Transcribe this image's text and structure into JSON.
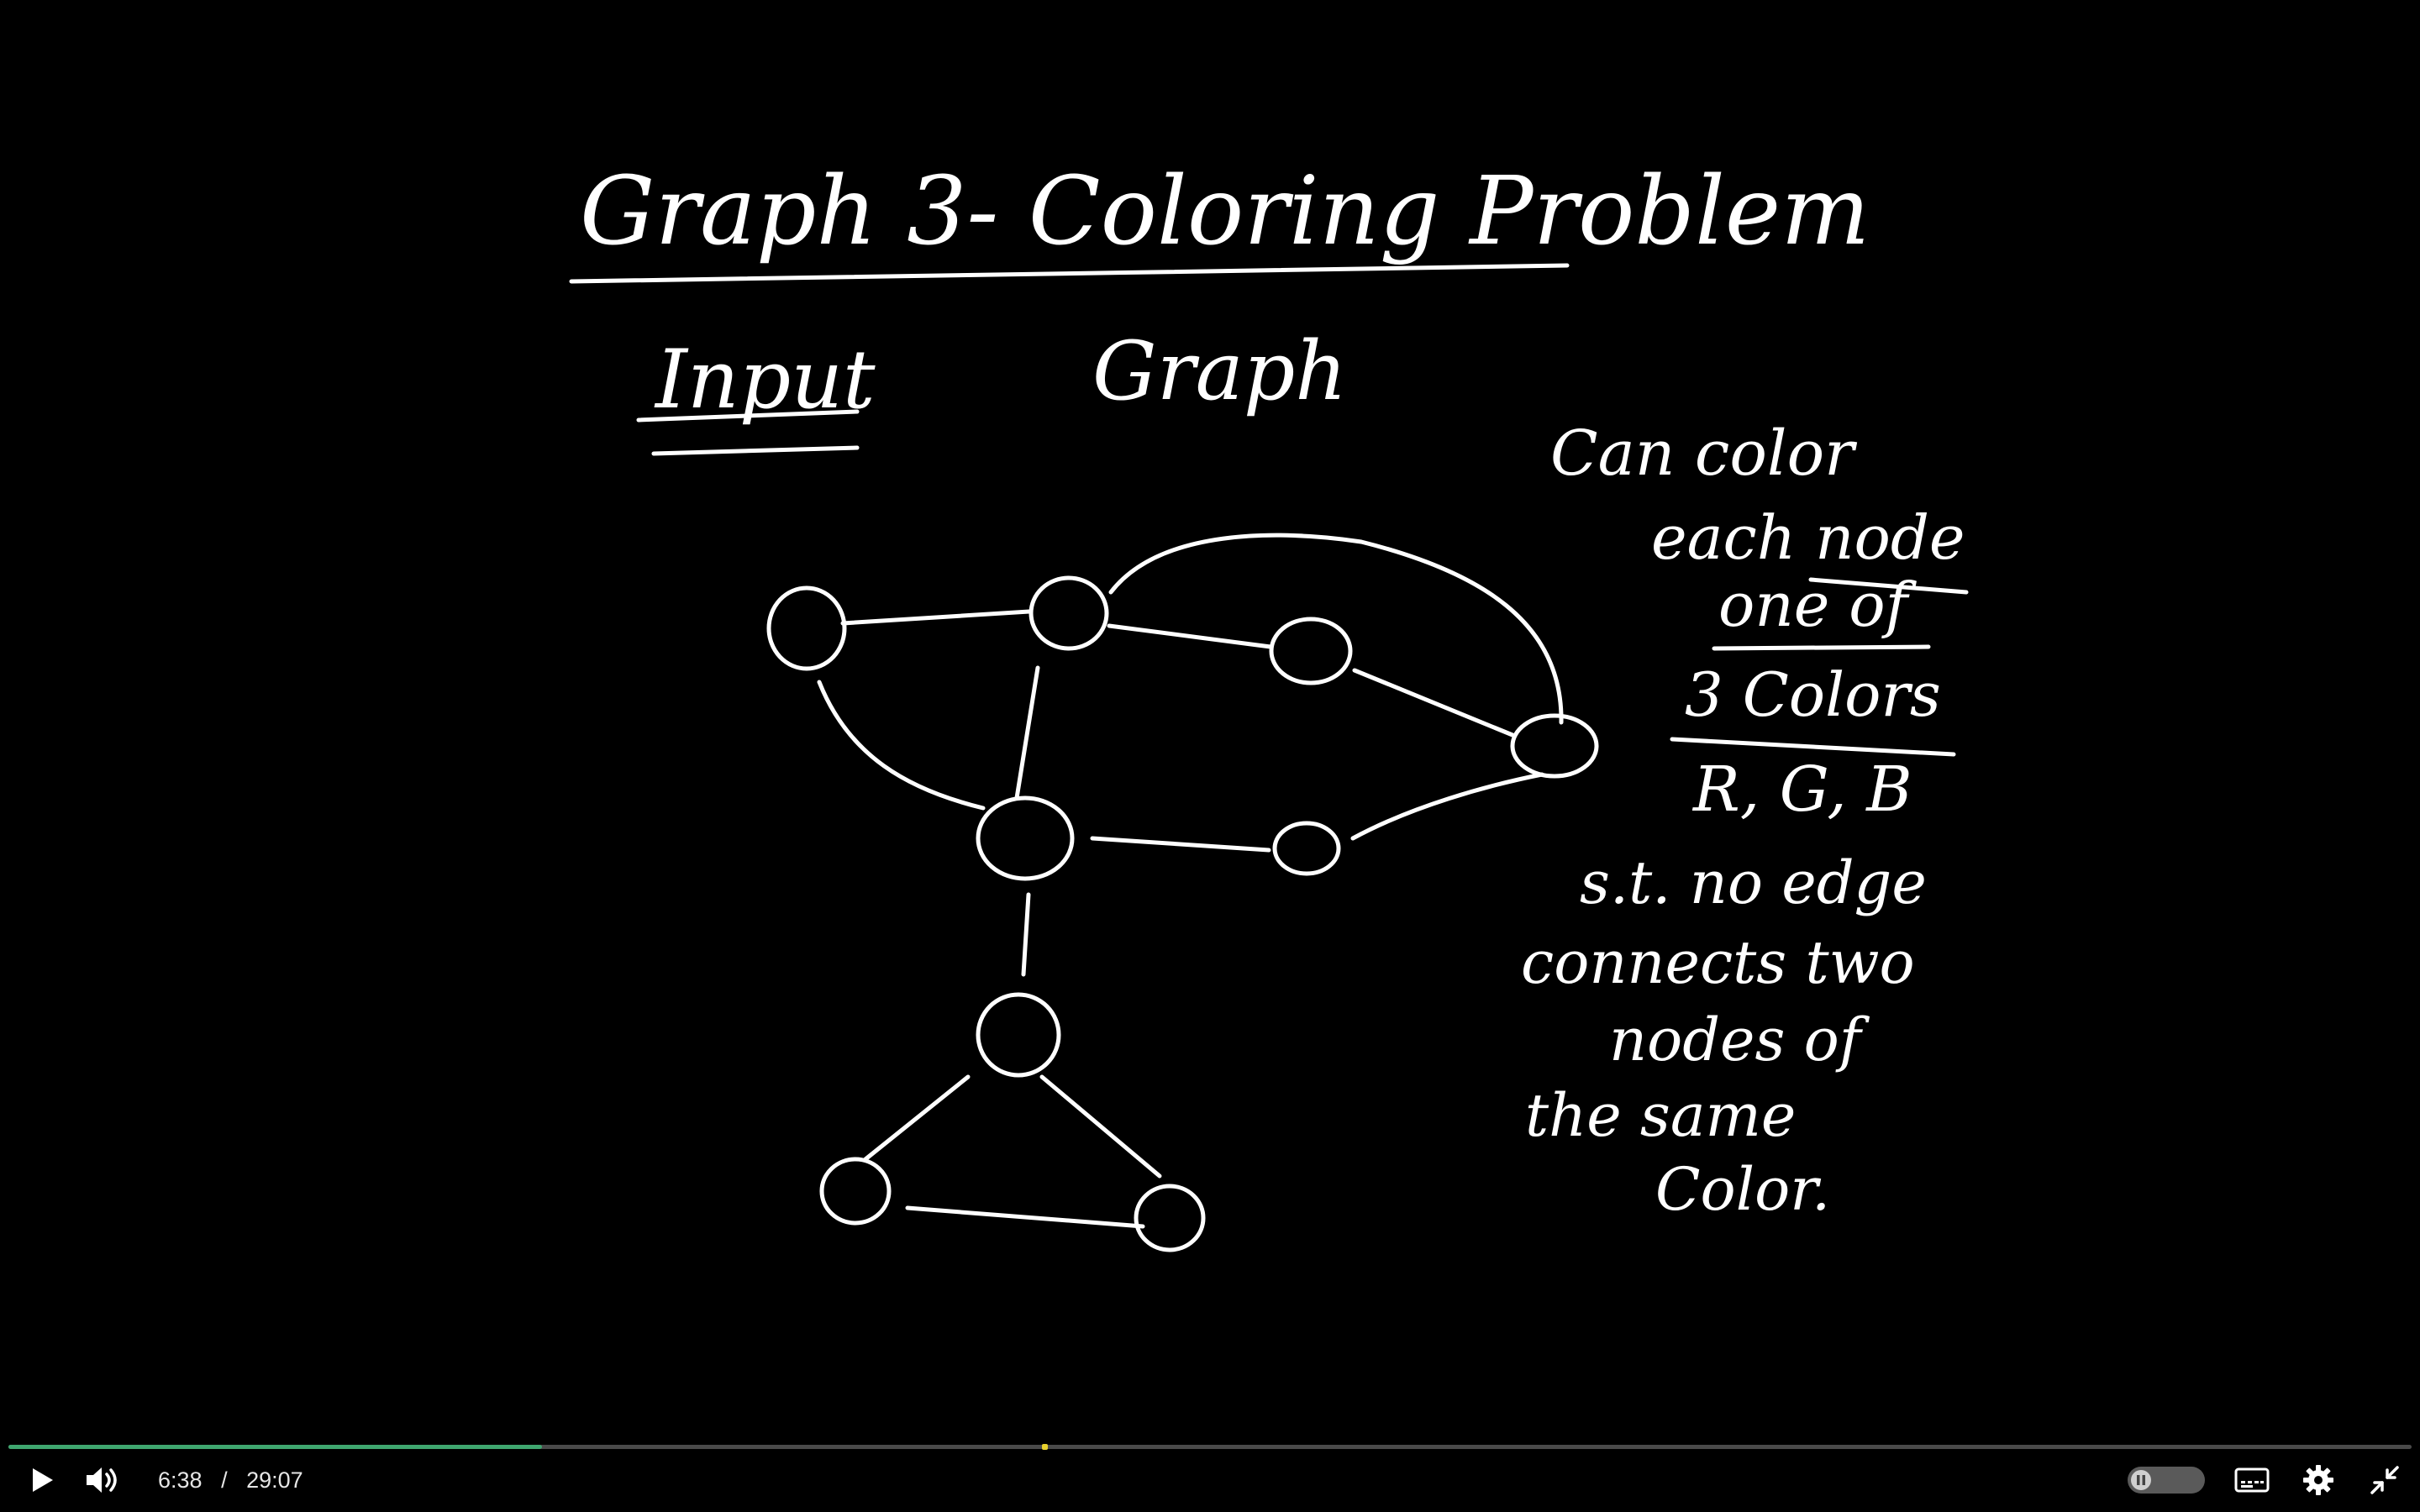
{
  "board": {
    "title": "Graph 3- Coloring Problem",
    "input_label": "Input",
    "input_value": "Graph",
    "note_lines": [
      "Can color",
      "each node",
      "one of",
      "3 Colors",
      "R, G, B",
      "s.t.  no edge",
      "connects two",
      "nodes of",
      "the same",
      "Color."
    ]
  },
  "player": {
    "current_time": "6:38",
    "separator": "/",
    "duration": "29:07",
    "progress_fraction": 0.222,
    "marker_fraction": 0.43,
    "colors": {
      "played": "#3fa66f",
      "marker": "#e8d12e",
      "track": "#4a4a4a"
    },
    "icons": {
      "play": "play-icon",
      "volume": "volume-icon",
      "speed": "pause-toggle-icon",
      "captions": "captions-icon",
      "settings": "gear-icon",
      "exit_fullscreen": "exit-fullscreen-icon"
    }
  }
}
